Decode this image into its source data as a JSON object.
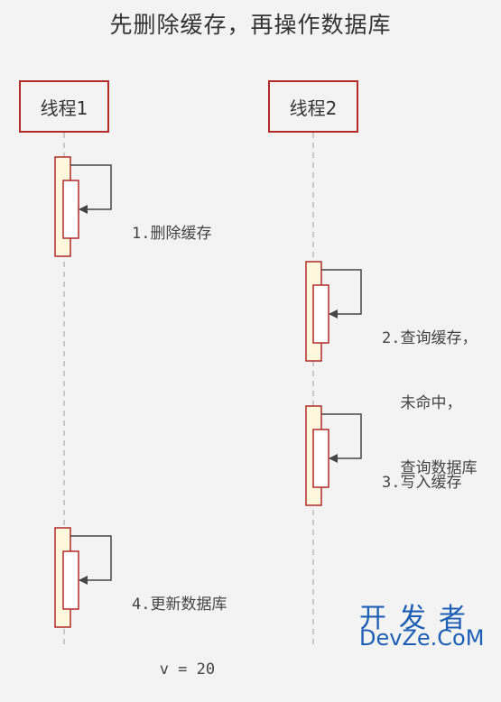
{
  "title": "先删除缓存，再操作数据库",
  "actors": [
    {
      "label": "线程1"
    },
    {
      "label": "线程2"
    }
  ],
  "steps": [
    {
      "lines": [
        "1.删除缓存"
      ]
    },
    {
      "lines": [
        "2.查询缓存，",
        "  未命中，",
        "  查询数据库"
      ]
    },
    {
      "lines": [
        "3.写入缓存"
      ]
    },
    {
      "lines": [
        "4.更新数据库",
        "   v = 20"
      ]
    }
  ],
  "watermark": {
    "line1": "开发者",
    "line2": "DevZe.CoM"
  },
  "colors": {
    "border": "#b22a2a",
    "activation_fill": "#fff8dc",
    "lifeline": "#bbbbbb",
    "arrow": "#444444",
    "watermark": "#1c5fb4"
  }
}
